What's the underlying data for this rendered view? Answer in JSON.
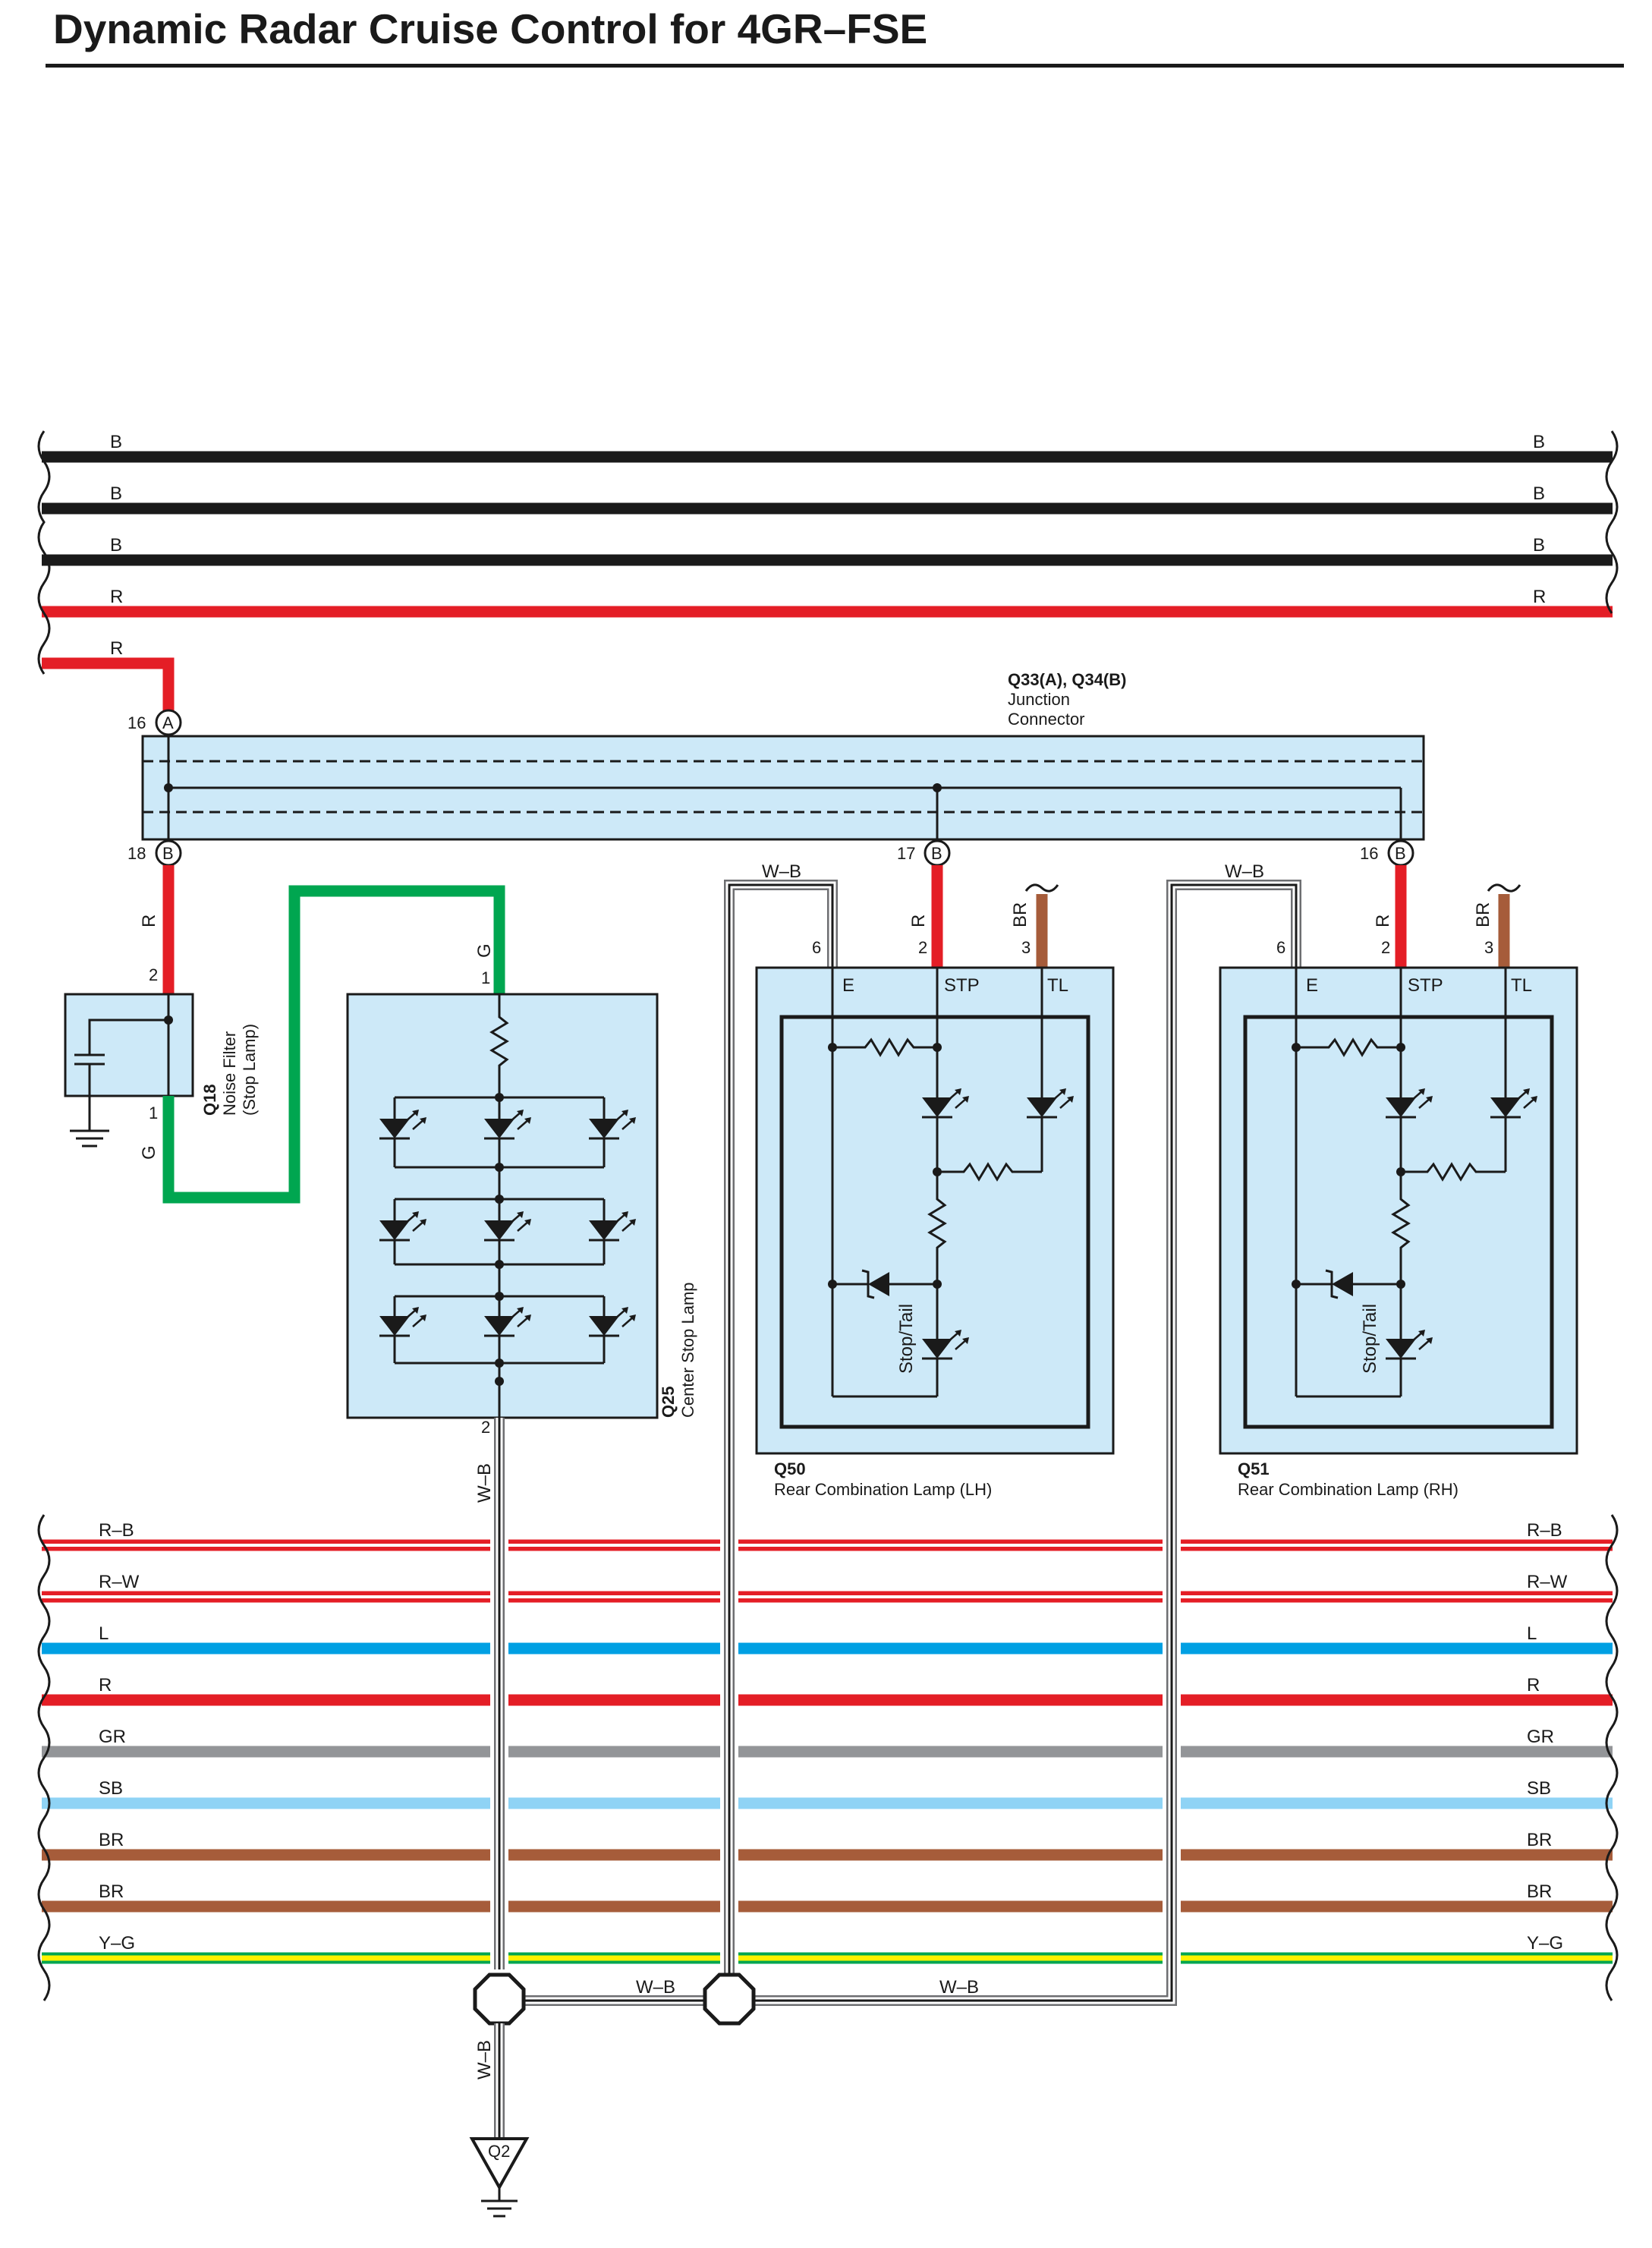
{
  "title": "Dynamic Radar Cruise Control for 4GR–FSE",
  "colors": {
    "B": "#1a1a1a",
    "R": "#e41e26",
    "G": "#00a650",
    "L": "#00a0e3",
    "GR": "#939598",
    "SB": "#8fd3f5",
    "BR": "#a65c3a",
    "Y": "#fff200",
    "W_B_outline": "#6d6e71",
    "component_fill": "#cde9f8"
  },
  "top_bus": [
    {
      "left": "B",
      "right": "B"
    },
    {
      "left": "B",
      "right": "B"
    },
    {
      "left": "B",
      "right": "B"
    },
    {
      "left": "R",
      "right": "R"
    },
    {
      "left": "R",
      "right": ""
    }
  ],
  "bottom_bus": [
    {
      "left": "R–B",
      "right": "R–B"
    },
    {
      "left": "R–W",
      "right": "R–W"
    },
    {
      "left": "L",
      "right": "L"
    },
    {
      "left": "R",
      "right": "R"
    },
    {
      "left": "GR",
      "right": "GR"
    },
    {
      "left": "SB",
      "right": "SB"
    },
    {
      "left": "BR",
      "right": "BR"
    },
    {
      "left": "BR",
      "right": "BR"
    },
    {
      "left": "Y–G",
      "right": "Y–G"
    }
  ],
  "junction": {
    "id": "Q33(A), Q34(B)",
    "name_line1": "Junction",
    "name_line2": "Connector",
    "pins": [
      {
        "number": "16",
        "conn": "A"
      },
      {
        "number": "18",
        "conn": "B"
      },
      {
        "number": "17",
        "conn": "B"
      },
      {
        "number": "16",
        "conn": "B"
      }
    ]
  },
  "noise_filter": {
    "id": "Q18",
    "name_line1": "Noise Filter",
    "name_line2": "(Stop Lamp)",
    "pin_top": "2",
    "pin_bottom": "1",
    "wire_top": "R",
    "wire_bottom": "G"
  },
  "center_stop_lamp": {
    "id": "Q25",
    "name": "Center Stop Lamp",
    "pin_top": "1",
    "pin_bottom": "2",
    "wire_top": "G",
    "wire_bottom": "W–B"
  },
  "rear_lamp_lh": {
    "id": "Q50",
    "name": "Rear Combination Lamp (LH)",
    "pins": [
      "6",
      "2",
      "3"
    ],
    "terminals": [
      "E",
      "STP",
      "TL"
    ],
    "inner_label": "Stop/Tail",
    "wires": [
      "W–B",
      "R",
      "BR"
    ]
  },
  "rear_lamp_rh": {
    "id": "Q51",
    "name": "Rear Combination Lamp (RH)",
    "pins": [
      "6",
      "2",
      "3"
    ],
    "terminals": [
      "E",
      "STP",
      "TL"
    ],
    "inner_label": "Stop/Tail",
    "wires": [
      "W–B",
      "R",
      "BR"
    ]
  },
  "ground_wires": {
    "splice_link_left": "W–B",
    "splice_link_right": "W–B",
    "down_wire": "W–B",
    "ground_point": "Q2"
  }
}
